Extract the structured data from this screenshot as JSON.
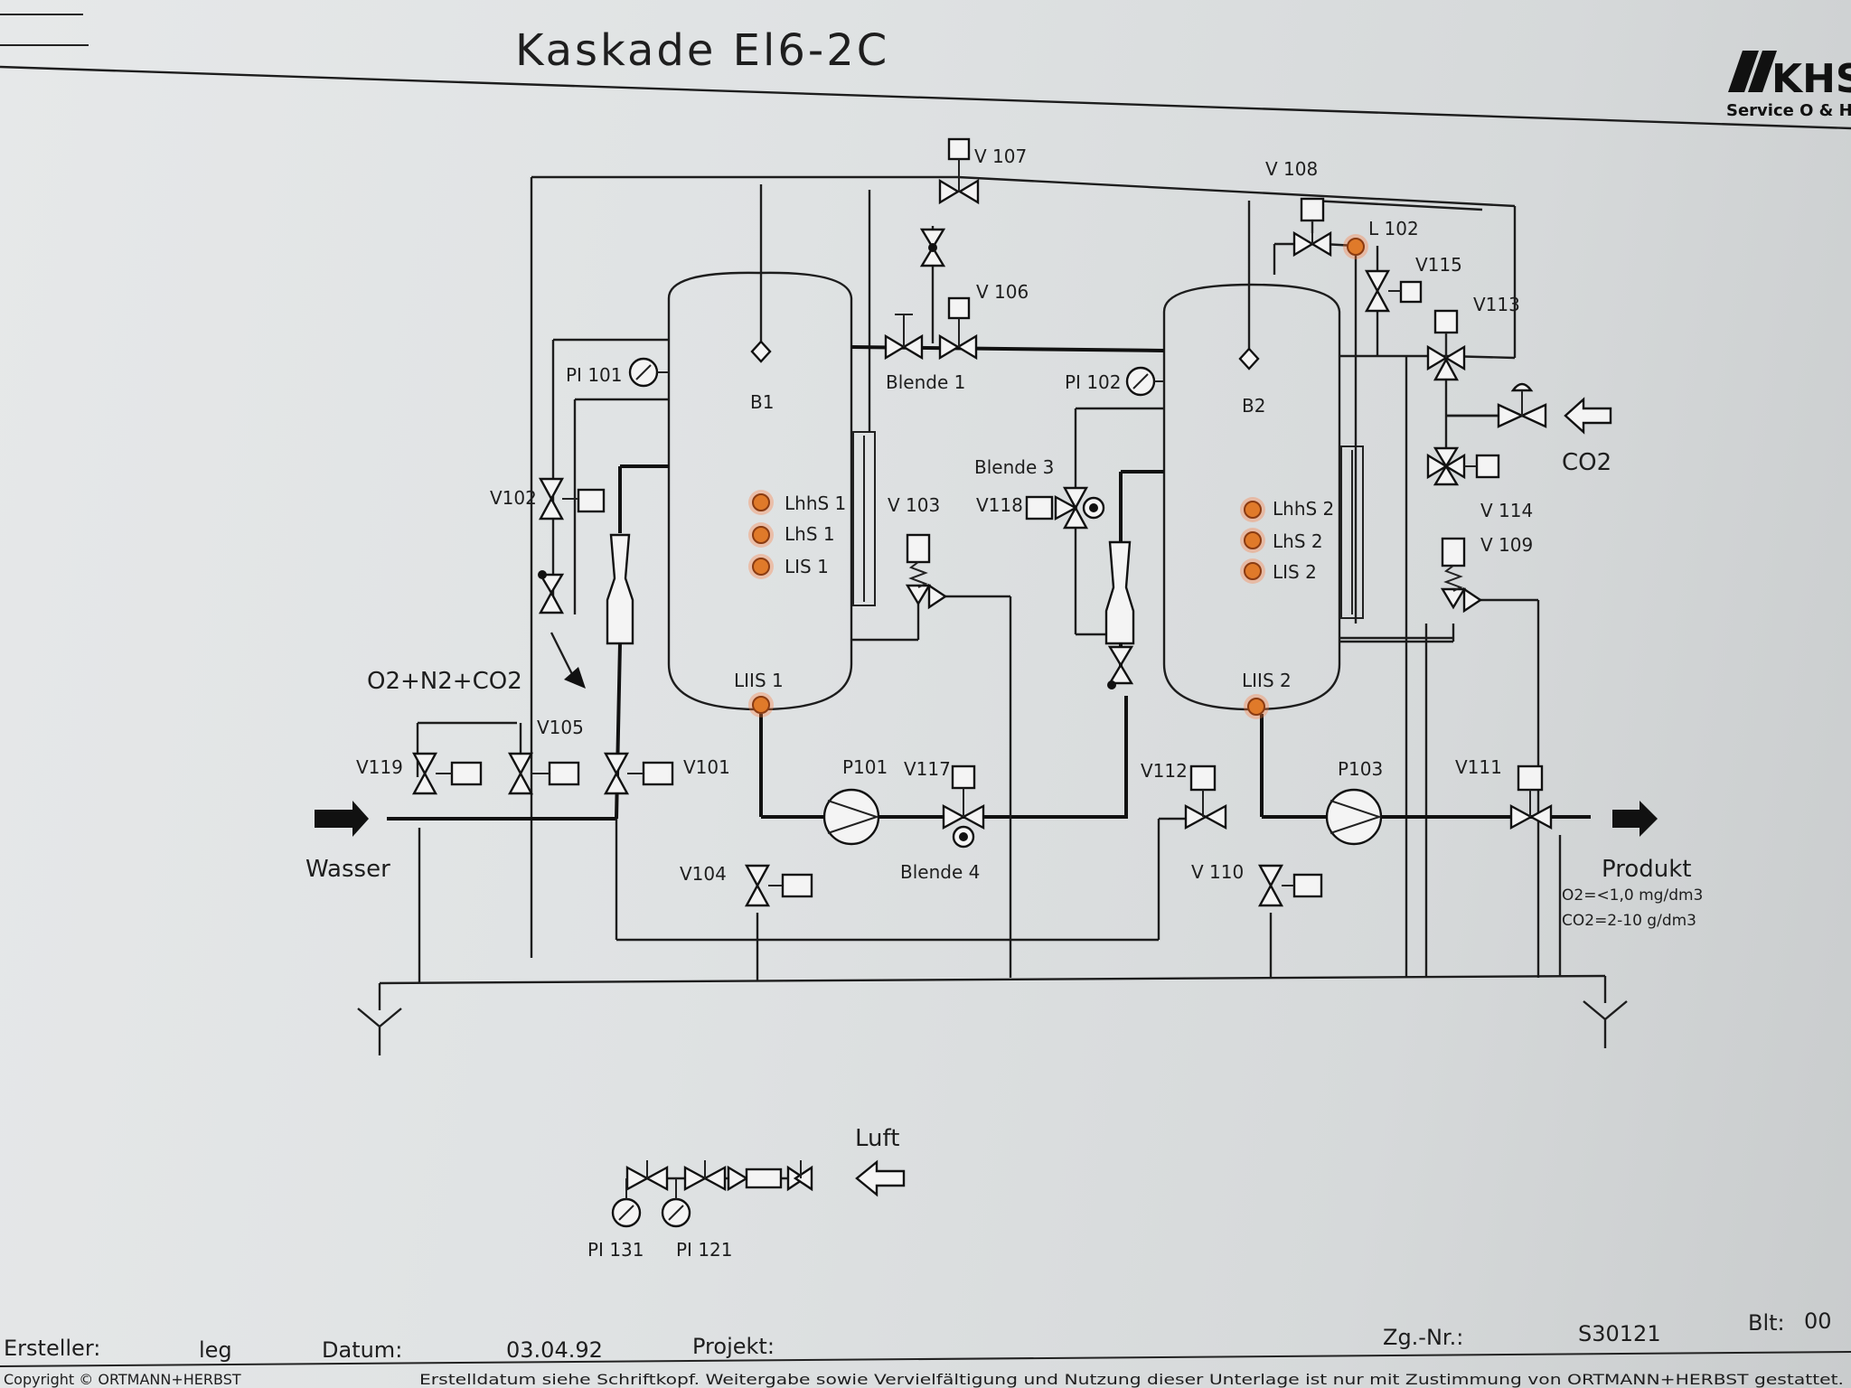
{
  "header": {
    "title": "Kaskade El6-2C",
    "logo": "KHS",
    "logo_sub": "Service O & H"
  },
  "vessels": {
    "b1": "B1",
    "b2": "B2"
  },
  "valves": {
    "v101": "V101",
    "v102": "V102",
    "v103": "V 103",
    "v104": "V104",
    "v105": "V105",
    "v106": "V 106",
    "v107": "V 107",
    "v108": "V 108",
    "v109": "V 109",
    "v110": "V 110",
    "v111": "V111",
    "v112": "V112",
    "v113": "V113",
    "v114": "V 114",
    "v115": "V115",
    "v117": "V117",
    "v118": "V118",
    "v119": "V119"
  },
  "instruments": {
    "pi101": "PI 101",
    "pi102": "PI 102",
    "pi131": "PI 131",
    "pi121": "PI 121",
    "l102": "L 102",
    "lhhs1": "LhhS 1",
    "lhs1": "LhS   1",
    "lis1": "LIS     1",
    "liis1": "LIIS   1",
    "lhhs2": "LhhS 2",
    "lhs2": "LhS   2",
    "lis2": "LIS    2",
    "liis2": "LIIS 2"
  },
  "pumps": {
    "p101": "P101",
    "p103": "P103"
  },
  "orifices": {
    "blende1": "Blende 1",
    "blende3": "Blende 3",
    "blende4": "Blende 4"
  },
  "media": {
    "gas_out": "O2+N2+CO2",
    "co2": "CO2",
    "water": "Wasser",
    "product": "Produkt",
    "spec_o2": "O2=<1,0  mg/dm3",
    "spec_co2": "CO2=2-10  g/dm3",
    "air": "Luft"
  },
  "footer": {
    "creator_label": "Ersteller:",
    "creator": "leg",
    "date_label": "Datum:",
    "date": "03.04.92",
    "project_label": "Projekt:",
    "drawing_no_label": "Zg.-Nr.:",
    "drawing_no": "S30121",
    "sheet_label": "Blt:",
    "sheet": "00",
    "copyright": "Copyright  © ORTMANN+HERBST",
    "notice": "Erstelldatum siehe Schriftkopf.  Weitergabe sowie Vervielfältigung und Nutzung dieser Unterlage ist nur mit Zustimmung von ORTMANN+HERBST gestattet."
  },
  "colors": {
    "indicator": "#e07a2a",
    "line": "#1d1d1d",
    "paper": "#e3e5e6"
  }
}
